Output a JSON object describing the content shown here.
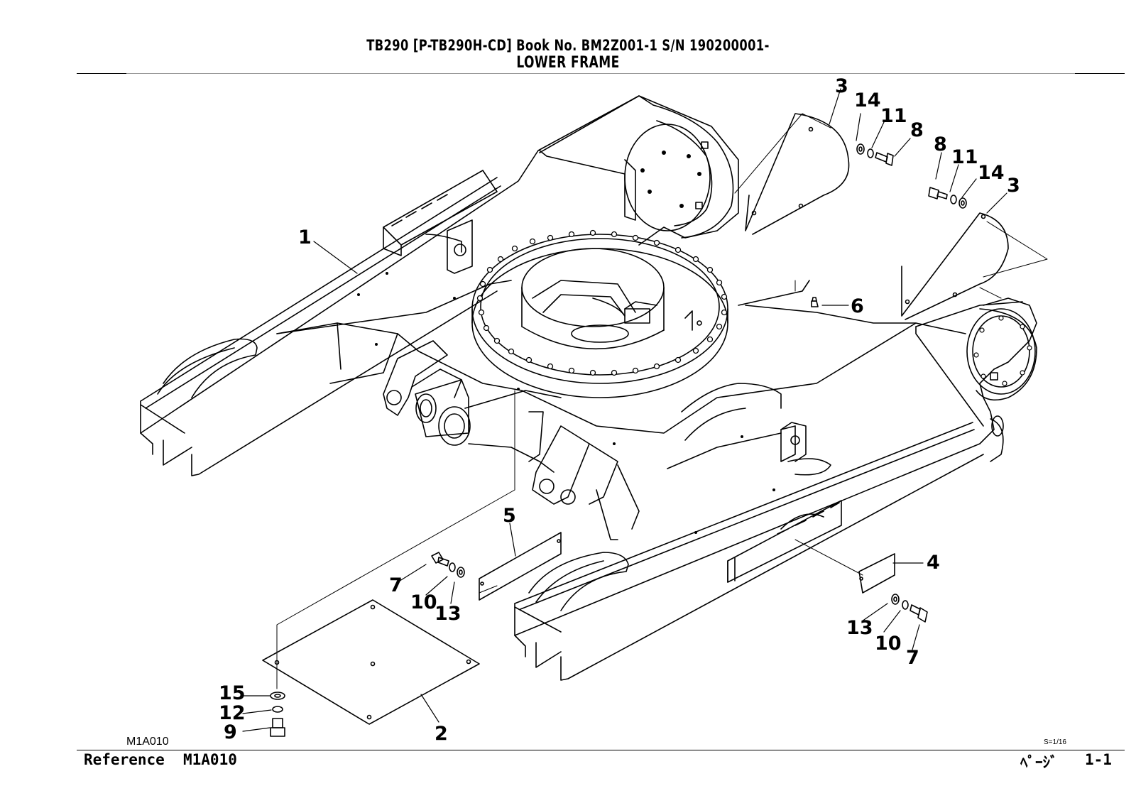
{
  "header": {
    "line1": "TB290  [P-TB290H-CD]  Book No. BM2Z001-1  S/N 190200001-",
    "line2": "LOWER FRAME"
  },
  "callouts": [
    "1",
    "2",
    "3",
    "3",
    "4",
    "5",
    "6",
    "7",
    "7",
    "8",
    "8",
    "9",
    "10",
    "10",
    "11",
    "11",
    "12",
    "13",
    "13",
    "14",
    "14",
    "15"
  ],
  "figure_code": "M1A010",
  "footer": {
    "reference_label": "Reference",
    "reference_code": "M1A010",
    "scale": "S=1/16",
    "page_label": "ﾍﾟｰｼﾞ",
    "page_number": "1-1"
  }
}
